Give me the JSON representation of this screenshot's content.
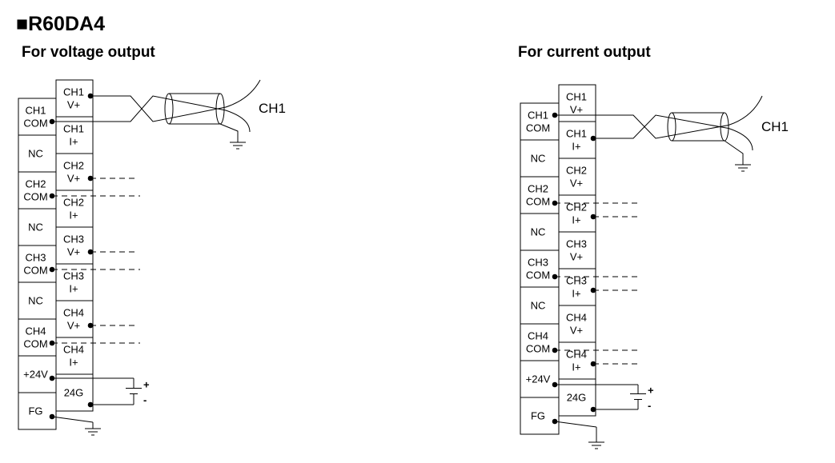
{
  "page": {
    "title": "■R60DA4"
  },
  "voltage": {
    "heading": "For voltage output",
    "left_terminals": [
      [
        "CH1",
        "COM"
      ],
      [
        "NC"
      ],
      [
        "CH2",
        "COM"
      ],
      [
        "NC"
      ],
      [
        "CH3",
        "COM"
      ],
      [
        "NC"
      ],
      [
        "CH4",
        "COM"
      ],
      [
        "+24V"
      ],
      [
        "FG"
      ]
    ],
    "right_terminals": [
      [
        "CH1",
        "V+"
      ],
      [
        "CH1",
        "I+"
      ],
      [
        "CH2",
        "V+"
      ],
      [
        "CH2",
        "I+"
      ],
      [
        "CH3",
        "V+"
      ],
      [
        "CH3",
        "I+"
      ],
      [
        "CH4",
        "V+"
      ],
      [
        "CH4",
        "I+"
      ],
      [
        "24G"
      ]
    ],
    "cable_label": "CH1"
  },
  "current": {
    "heading": "For current output",
    "left_terminals": [
      [
        "CH1",
        "COM"
      ],
      [
        "NC"
      ],
      [
        "CH2",
        "COM"
      ],
      [
        "NC"
      ],
      [
        "CH3",
        "COM"
      ],
      [
        "NC"
      ],
      [
        "CH4",
        "COM"
      ],
      [
        "+24V"
      ],
      [
        "FG"
      ]
    ],
    "right_terminals": [
      [
        "CH1",
        "V+"
      ],
      [
        "CH1",
        "I+"
      ],
      [
        "CH2",
        "V+"
      ],
      [
        "CH2",
        "I+"
      ],
      [
        "CH3",
        "V+"
      ],
      [
        "CH3",
        "I+"
      ],
      [
        "CH4",
        "V+"
      ],
      [
        "CH4",
        "I+"
      ],
      [
        "24G"
      ]
    ],
    "cable_label": "CH1"
  },
  "power_supply": {
    "plus": "+",
    "minus": "-"
  }
}
